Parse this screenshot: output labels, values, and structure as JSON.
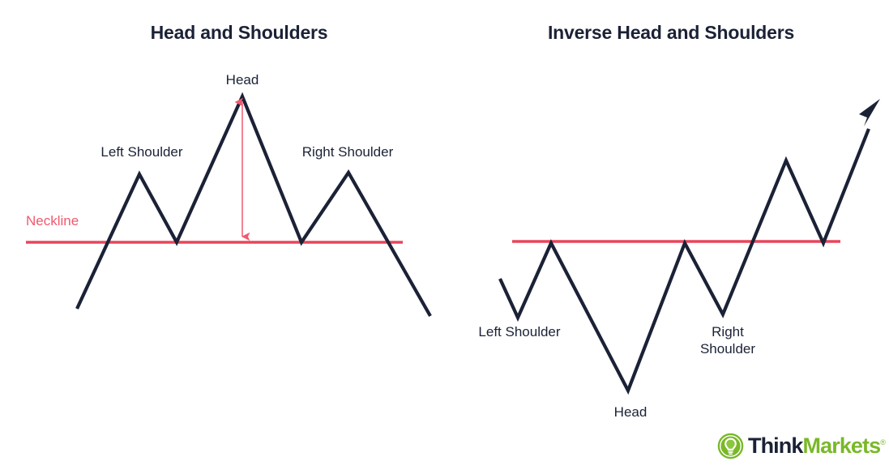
{
  "page": {
    "background": "#ffffff",
    "ink": "#1b2236",
    "accent_red": "#e8465c",
    "accent_red_label": "#ef5a6e",
    "brand_green": "#7ab829"
  },
  "panels": [
    {
      "id": "head-and-shoulders",
      "title": "Head and Shoulders",
      "labels": {
        "left_shoulder": "Left Shoulder",
        "head": "Head",
        "right_shoulder": "Right Shoulder",
        "neckline": "Neckline"
      }
    },
    {
      "id": "inverse-head-and-shoulders",
      "title": "Inverse Head and Shoulders",
      "labels": {
        "left_shoulder": "Left Shoulder",
        "head": "Head",
        "right_shoulder_line1": "Right",
        "right_shoulder_line2": "Shoulder"
      }
    }
  ],
  "logo": {
    "name": "ThinkMarkets",
    "word_dark": "Think",
    "word_green": "Markets",
    "registered": "®",
    "mark": "lightbulb-in-circle-icon"
  },
  "chart_data": [
    {
      "type": "line",
      "title": "Head and Shoulders",
      "xlabel": "",
      "ylabel": "",
      "grid": false,
      "legend": "none",
      "annotations": [
        {
          "text": "Left Shoulder",
          "at": [
            172,
            215
          ]
        },
        {
          "text": "Head",
          "at": [
            299,
            119
          ]
        },
        {
          "text": "Right Shoulder",
          "at": [
            430,
            213
          ]
        },
        {
          "text": "Neckline",
          "at": [
            32,
            299
          ]
        },
        {
          "text": "head-height-arrow",
          "from": [
            299,
            122
          ],
          "to": [
            299,
            297
          ]
        }
      ],
      "series": [
        {
          "name": "price",
          "points": [
            [
              95,
              381
            ],
            [
              172,
              215
            ],
            [
              218,
              299
            ],
            [
              299,
              119
            ],
            [
              372,
              299
            ],
            [
              430,
              213
            ],
            [
              531,
              390
            ]
          ]
        }
      ],
      "reference_line": {
        "name": "Neckline",
        "y": 299,
        "x_from": 32,
        "x_to": 497,
        "color": "#e8465c"
      }
    },
    {
      "type": "line",
      "title": "Inverse Head and Shoulders",
      "xlabel": "",
      "ylabel": "",
      "grid": false,
      "legend": "none",
      "annotations": [
        {
          "text": "Left Shoulder",
          "at": [
            639,
            392
          ]
        },
        {
          "text": "Head",
          "at": [
            775,
            482
          ]
        },
        {
          "text": "Right Shoulder",
          "at": [
            892,
            388
          ]
        },
        {
          "text": "breakout-arrow",
          "to": [
            1085,
            125
          ]
        }
      ],
      "series": [
        {
          "name": "price",
          "points": [
            [
              617,
              344
            ],
            [
              639,
              392
            ],
            [
              680,
              300
            ],
            [
              775,
              482
            ],
            [
              845,
              300
            ],
            [
              892,
              388
            ],
            [
              970,
              198
            ],
            [
              1016,
              300
            ],
            [
              1085,
              125
            ]
          ]
        }
      ],
      "reference_line": {
        "name": "Neckline",
        "y": 298,
        "x_from": 632,
        "x_to": 1037,
        "color": "#e8465c"
      }
    }
  ]
}
